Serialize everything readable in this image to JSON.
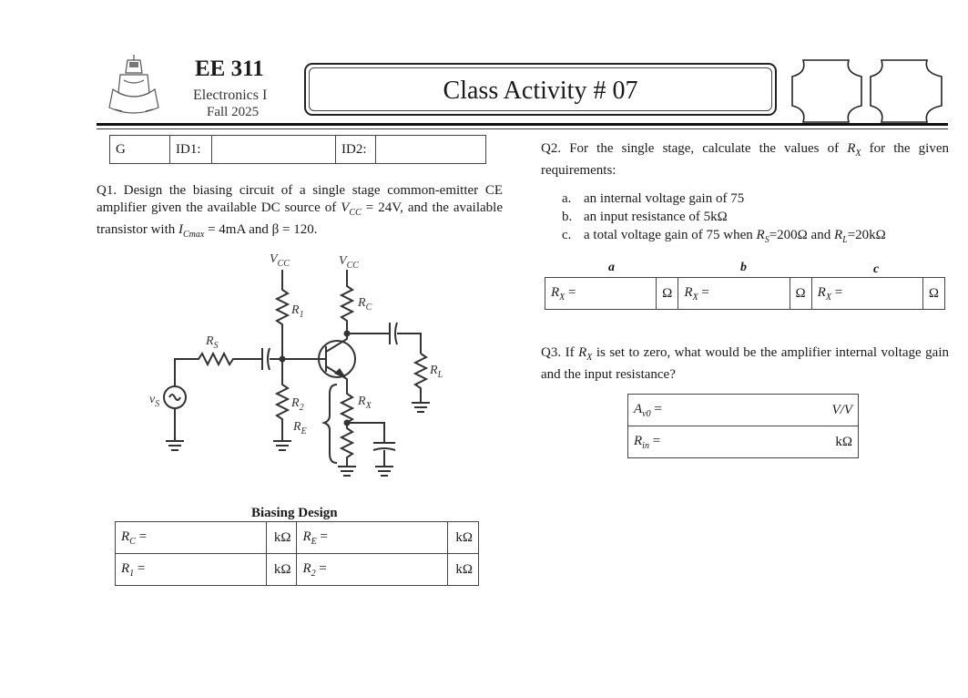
{
  "header": {
    "course_code": "EE 311",
    "course_name": "Electronics I",
    "term": "Fall 2025",
    "title": "Class Activity # 07"
  },
  "id_row": {
    "group_label": "G",
    "id1_label": "ID1:",
    "id2_label": "ID2:"
  },
  "q1": {
    "text_a": "Q1. Design the biasing circuit of a single stage common-emitter CE amplifier given the available DC source of ",
    "vcc_sym": "V",
    "vcc_sub": "CC",
    "text_b": " = 24V, and the available transistor with ",
    "ic_sym": "I",
    "ic_sub": "Cmax",
    "text_c": " = 4mA and β = 120."
  },
  "circuit": {
    "labels": {
      "vcc1": "V",
      "vcc1_sub": "CC",
      "vcc2": "V",
      "vcc2_sub": "CC",
      "r1": "R",
      "r1_sub": "1",
      "rc": "R",
      "rc_sub": "C",
      "rs": "R",
      "rs_sub": "S",
      "rl": "R",
      "rl_sub": "L",
      "vs": "v",
      "vs_sub": "S",
      "r2": "R",
      "r2_sub": "2",
      "rx": "R",
      "rx_sub": "X",
      "re": "R",
      "re_sub": "E"
    }
  },
  "biasing": {
    "title": "Biasing Design",
    "rows": [
      {
        "l1": "R",
        "l1_sub": "C",
        "l1_eq": " =",
        "u1": "kΩ",
        "l2": "R",
        "l2_sub": "E",
        "l2_eq": " =",
        "u2": "kΩ"
      },
      {
        "l1": "R",
        "l1_sub": "1",
        "l1_eq": " =",
        "u1": "kΩ",
        "l2": "R",
        "l2_sub": "2",
        "l2_eq": " =",
        "u2": "kΩ"
      }
    ]
  },
  "q2": {
    "text_a": "Q2. For the single stage, calculate the values of ",
    "rx": "R",
    "rx_sub": "X",
    "text_b": " for the given requirements:",
    "items": [
      {
        "marker": "a.",
        "text": "an internal voltage gain of 75"
      },
      {
        "marker": "b.",
        "text": "an input resistance of 5kΩ"
      },
      {
        "marker": "c.",
        "text_a": "a total voltage gain of 75 when ",
        "rs": "R",
        "rs_sub": "S",
        "text_b": "=200Ω and ",
        "rl": "R",
        "rl_sub": "L",
        "text_c": "=20kΩ"
      }
    ],
    "table": {
      "headers": [
        "a",
        "b",
        "c"
      ],
      "cells": [
        {
          "label": "R",
          "sub": "X",
          "eq": " =",
          "unit": "Ω"
        },
        {
          "label": "R",
          "sub": "X",
          "eq": " =",
          "unit": "Ω"
        },
        {
          "label": "R",
          "sub": "X",
          "eq": " =",
          "unit": "Ω"
        }
      ]
    }
  },
  "q3": {
    "text_a": "Q3. If ",
    "rx": "R",
    "rx_sub": "X",
    "text_b": " is set to zero, what would be the amplifier internal voltage gain and the input resistance?",
    "table": [
      {
        "label": "A",
        "sub": "v0",
        "eq": " =",
        "unit": "V/V"
      },
      {
        "label": "R",
        "sub": "in",
        "eq": " =",
        "unit": "kΩ"
      }
    ]
  }
}
